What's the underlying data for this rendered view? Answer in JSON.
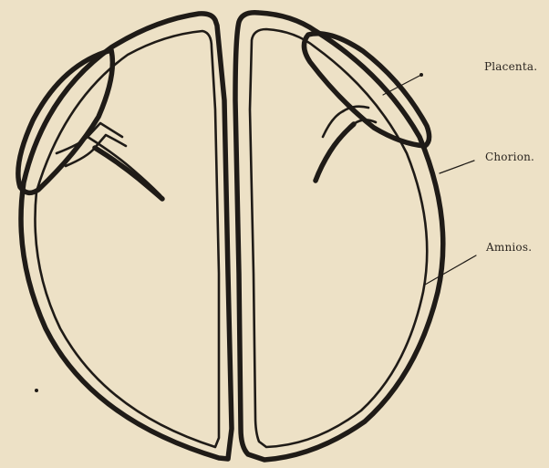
{
  "labels": {
    "placenta": "Placenta.",
    "chorion": "Chorion.",
    "amnios": "Amnios."
  },
  "colors": {
    "paper": "#ede1c6",
    "ink": "#1f1b17"
  }
}
